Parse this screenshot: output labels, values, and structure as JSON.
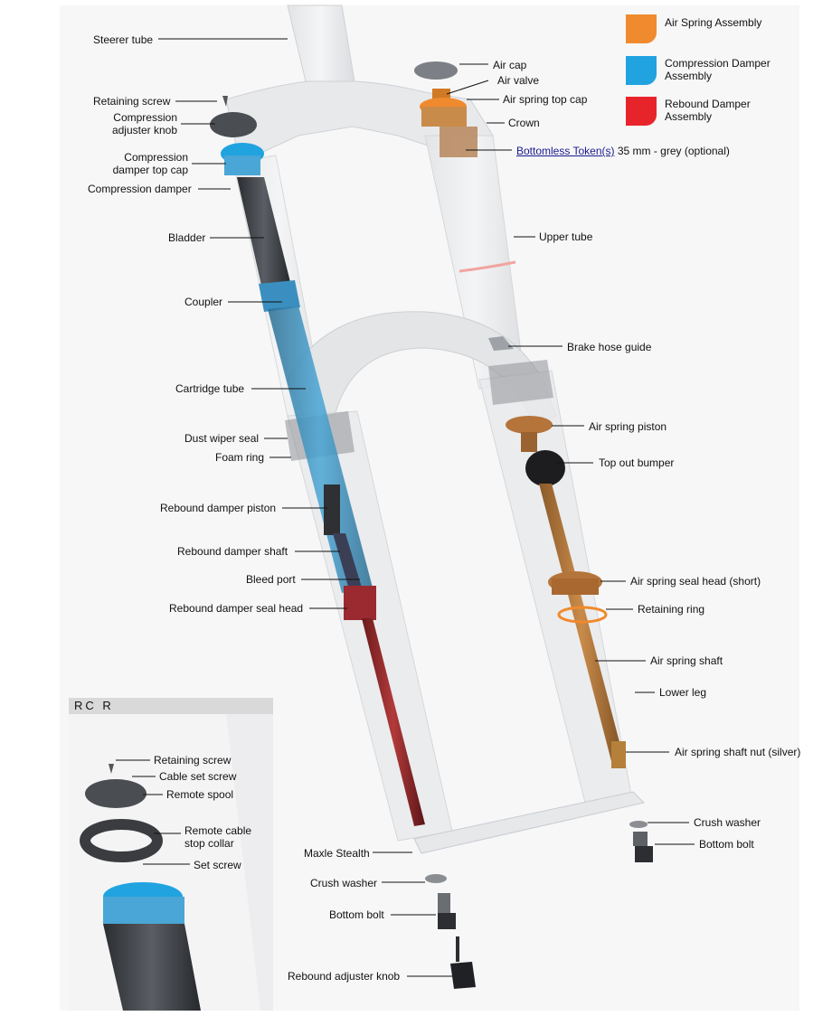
{
  "legend": [
    {
      "label": "Air Spring Assembly",
      "color": "#f08a2e"
    },
    {
      "label": "Compression Damper Assembly",
      "color": "#21a3e0"
    },
    {
      "label": "Rebound Damper Assembly",
      "color": "#e8242b"
    }
  ],
  "labels": {
    "steerer_tube": "Steerer tube",
    "retaining_screw": "Retaining screw",
    "compression_adjuster_knob": "Compression adjuster knob",
    "compression_damper_top_cap": "Compression damper top cap",
    "compression_damper": "Compression damper",
    "bladder": "Bladder",
    "coupler": "Coupler",
    "cartridge_tube": "Cartridge tube",
    "dust_wiper_seal": "Dust wiper seal",
    "foam_ring": "Foam ring",
    "rebound_damper_piston": "Rebound damper piston",
    "rebound_damper_shaft": "Rebound damper shaft",
    "bleed_port": "Bleed port",
    "rebound_damper_seal_head": "Rebound damper seal head",
    "air_cap": "Air cap",
    "air_valve": "Air valve",
    "air_spring_top_cap": "Air spring top cap",
    "crown": "Crown",
    "bottomless_tokens_link": "Bottomless Token(s)",
    "bottomless_tokens_text": " 35 mm - grey (optional)",
    "upper_tube": "Upper tube",
    "brake_hose_guide": "Brake hose guide",
    "air_spring_piston": "Air spring piston",
    "top_out_bumper": "Top out bumper",
    "air_spring_seal_head": "Air spring seal head (short)",
    "retaining_ring": "Retaining ring",
    "air_spring_shaft": "Air spring shaft",
    "lower_leg": "Lower leg",
    "air_spring_shaft_nut": "Air spring shaft nut (silver)",
    "crush_washer_right": "Crush washer",
    "bottom_bolt_right": "Bottom bolt",
    "maxle_stealth": "Maxle Stealth",
    "crush_washer_left": "Crush washer",
    "bottom_bolt_left": "Bottom bolt",
    "rebound_adjuster_knob": "Rebound adjuster knob"
  },
  "inset": {
    "title": "RC R",
    "retaining_screw": "Retaining screw",
    "cable_set_screw": "Cable set screw",
    "remote_spool": "Remote spool",
    "remote_cable_stop_collar": "Remote cable stop collar",
    "set_screw": "Set screw"
  }
}
